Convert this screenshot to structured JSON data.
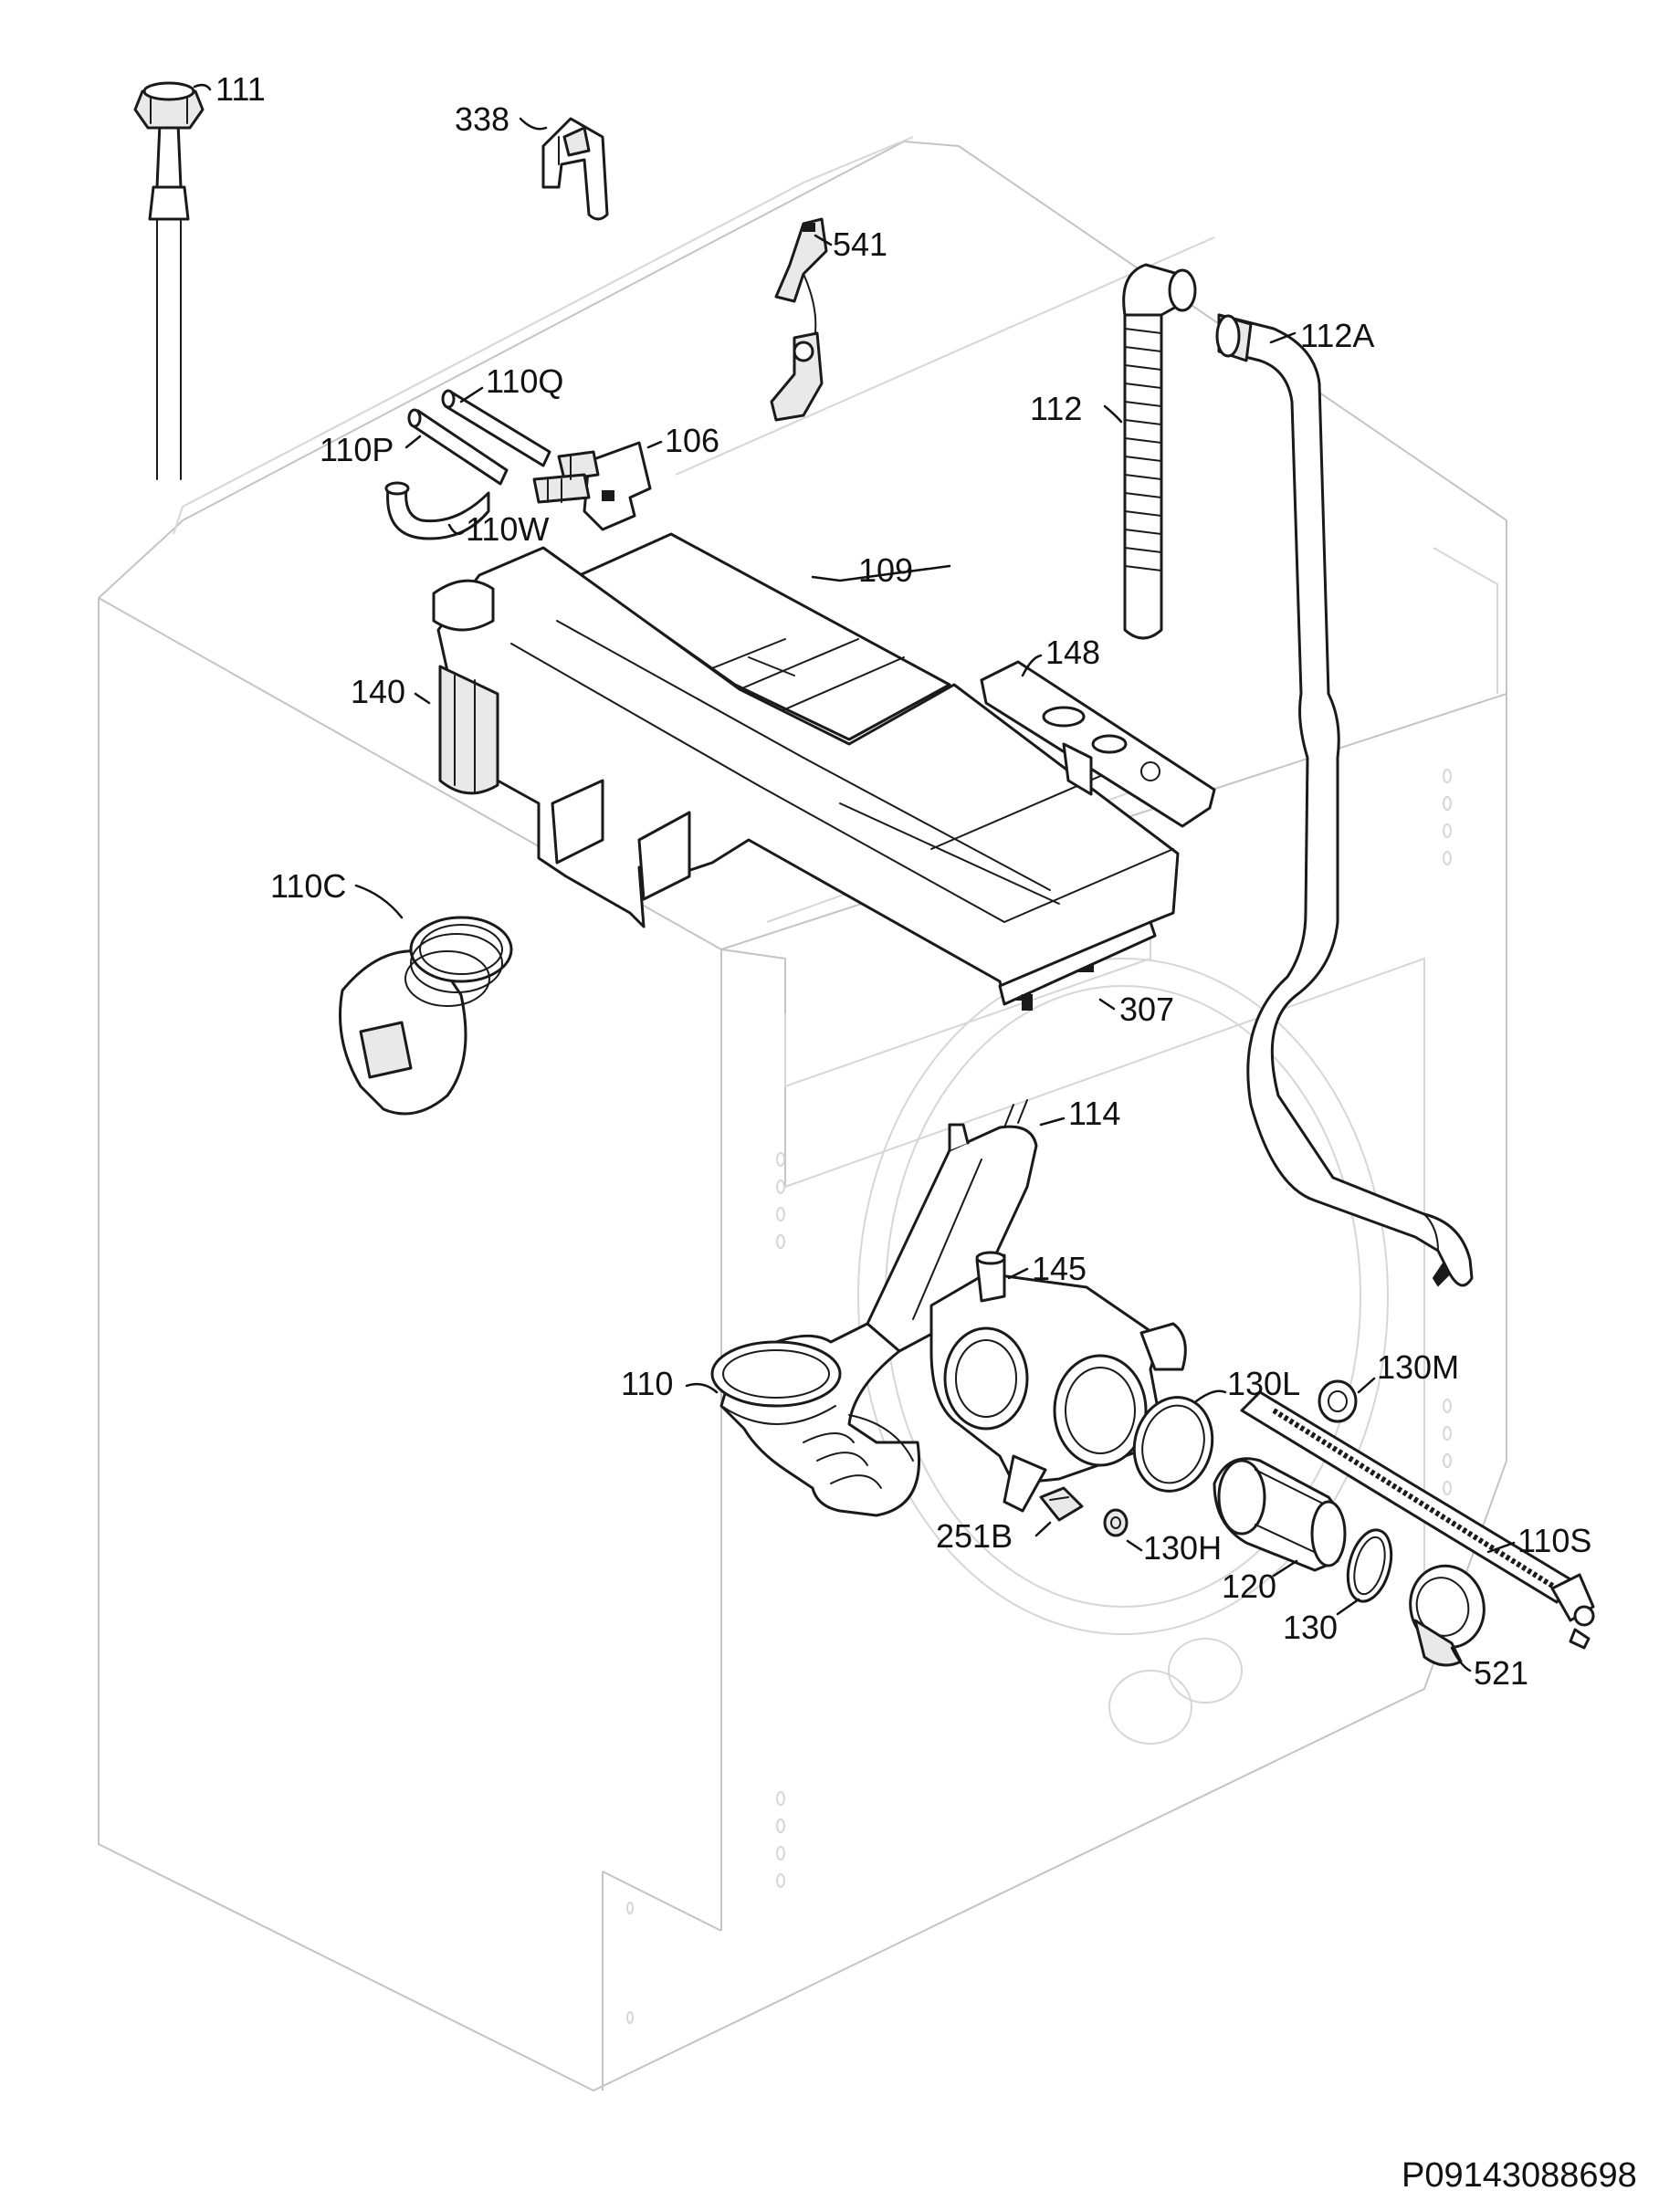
{
  "callouts": {
    "p111": "111",
    "p338": "338",
    "p541": "541",
    "p112A": "112A",
    "p112": "112",
    "p110Q": "110Q",
    "p110P": "110P",
    "p106": "106",
    "p110W": "110W",
    "p109": "109",
    "p148": "148",
    "p140": "140",
    "p110C": "110C",
    "p307": "307",
    "p114": "114",
    "p145": "145",
    "p110": "110",
    "p130L": "130L",
    "p130M": "130M",
    "p251B": "251B",
    "p130H": "130H",
    "p110S": "110S",
    "p120": "120",
    "p130": "130",
    "p521": "521"
  },
  "drawing_code": "P09143088698"
}
